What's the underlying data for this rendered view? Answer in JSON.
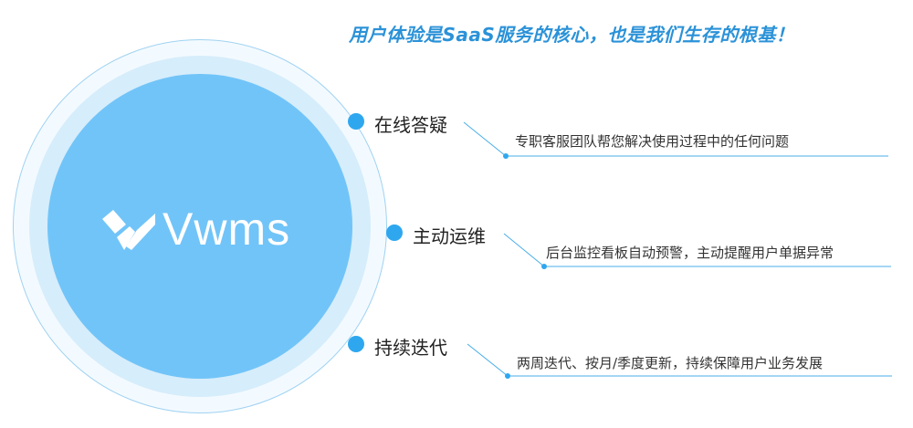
{
  "headline": "用户体验是SaaS服务的核心，也是我们生存的根基！",
  "logo": {
    "text": "Vwms"
  },
  "features": [
    {
      "title": "在线答疑",
      "description": "专职客服团队帮您解决使用过程中的任何问题"
    },
    {
      "title": "主动运维",
      "description": "后台监控看板自动预警，主动提醒用户单据异常"
    },
    {
      "title": "持续迭代",
      "description": "两周迭代、按月/季度更新，持续保障用户业务发展"
    }
  ],
  "colors": {
    "accent": "#2ea7ef",
    "headline": "#2b92d8",
    "core": "#71c4f8",
    "line": "#4aaee8"
  }
}
